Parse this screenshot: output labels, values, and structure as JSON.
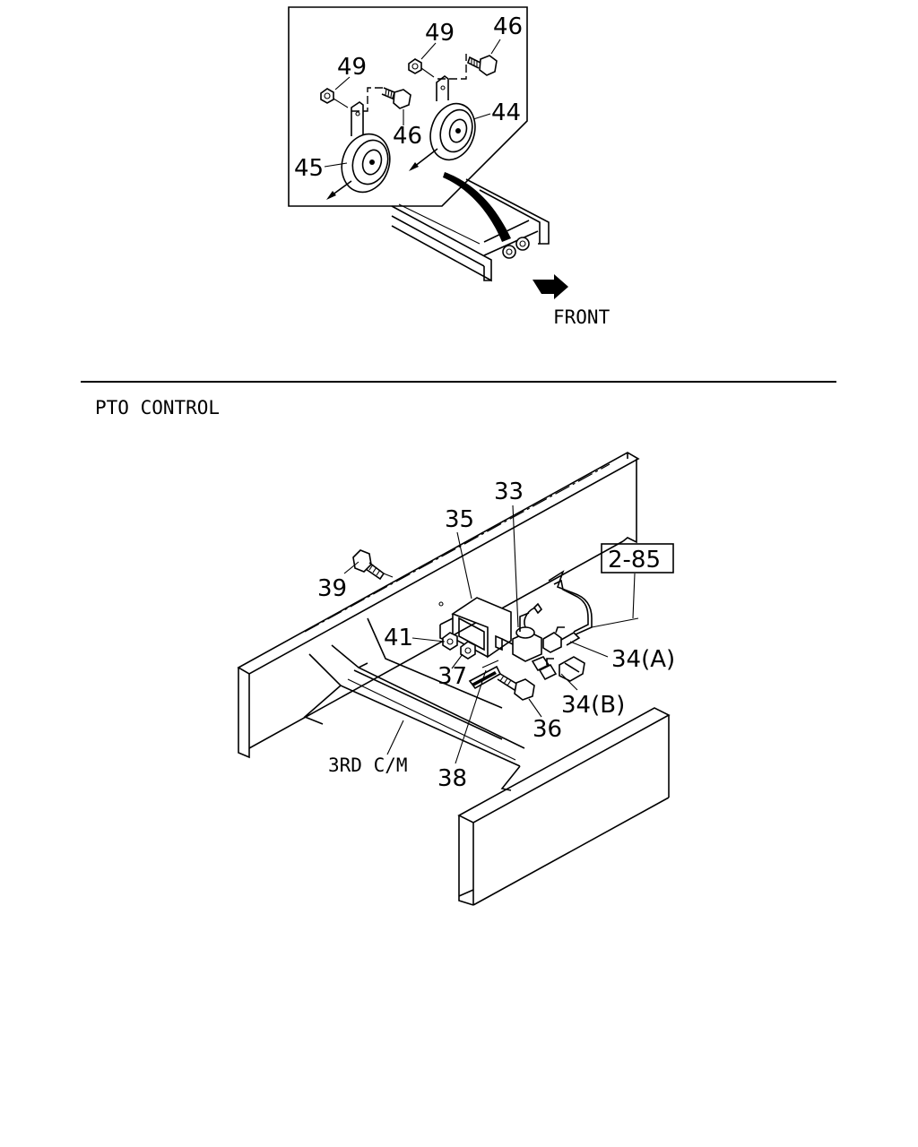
{
  "horn_section": {
    "callouts": {
      "c49_right": "49",
      "c46_right": "46",
      "c49_left": "49",
      "c46_left": "46",
      "c44": "44",
      "c45": "45"
    },
    "direction_label": "FRONT"
  },
  "pto_section": {
    "title": "PTO CONTROL",
    "callouts": {
      "c33": "33",
      "c35": "35",
      "c39": "39",
      "c41": "41",
      "c37": "37",
      "c34a": "34(A)",
      "c34b": "34(B)",
      "c36": "36",
      "c38": "38"
    },
    "ref_box": "2-85",
    "crossmember_label": "3RD C/M"
  }
}
